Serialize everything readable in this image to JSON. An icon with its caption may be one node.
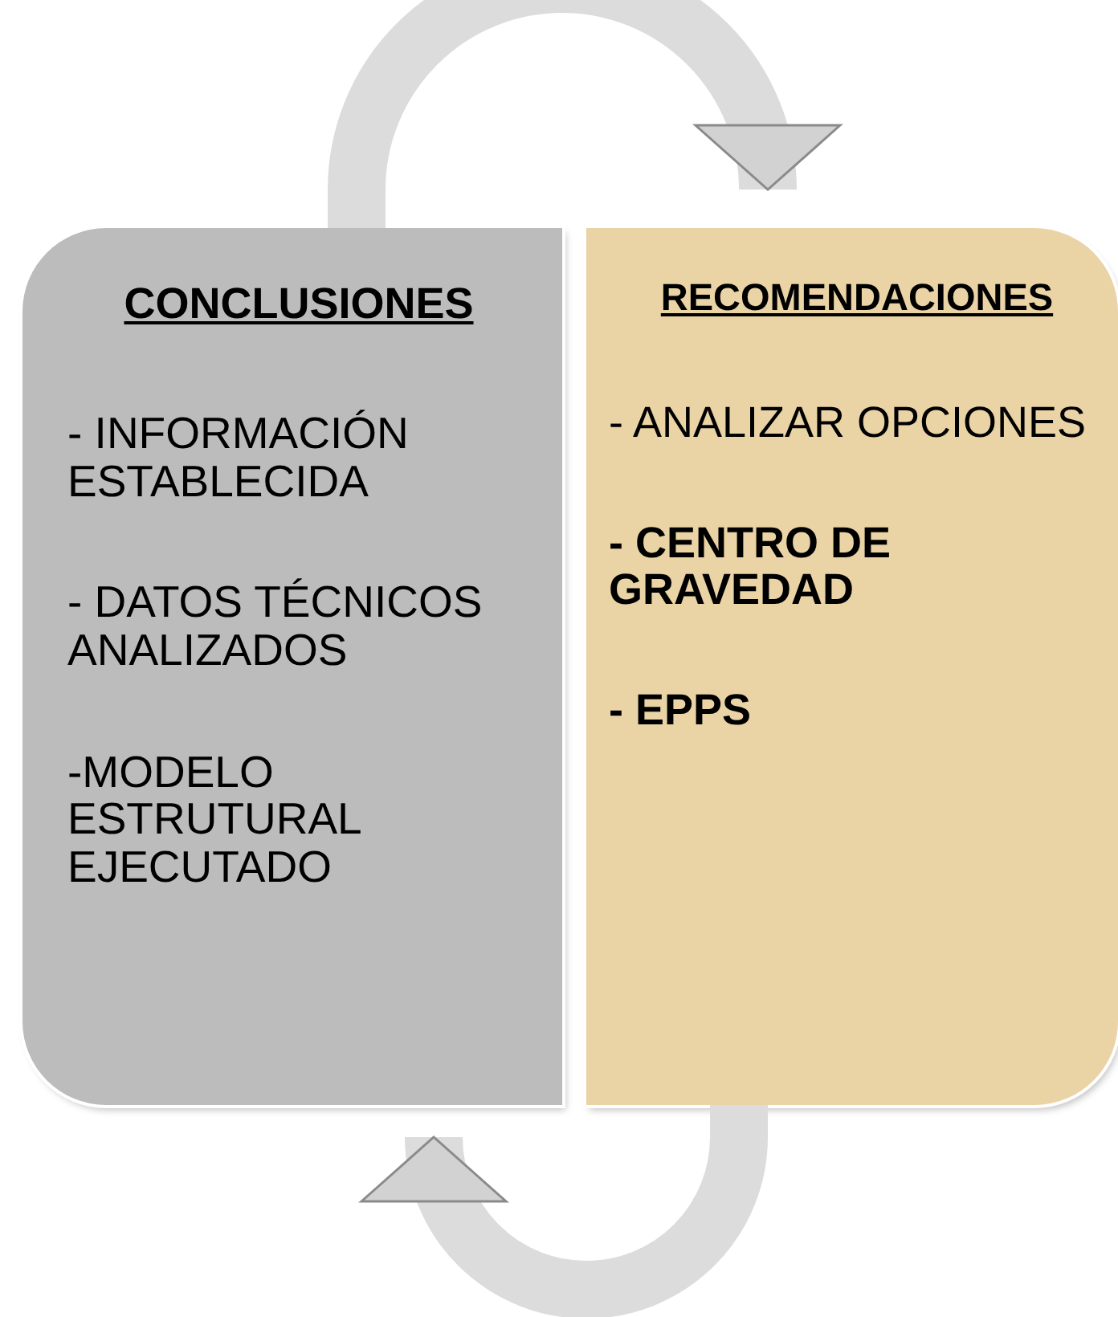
{
  "diagram": {
    "nodes": [
      {
        "text": [
          "CONCLUSIONES",
          "- INFORMACIÓN ESTABLECIDA",
          "- DATOS TÉCNICOS ANALIZADOS",
          "-MODELO ESTRUTURAL EJECUTADO"
        ]
      },
      {
        "text": [
          "RECOMENDACIONES",
          "- ANALIZAR OPCIONES",
          "- CENTRO DE GRAVEDAD",
          "- EPPS"
        ]
      }
    ],
    "edges": [
      {
        "from": 0,
        "to": 1,
        "arrow": "to"
      },
      {
        "from": 1,
        "to": 0,
        "arrow": "to"
      }
    ]
  }
}
